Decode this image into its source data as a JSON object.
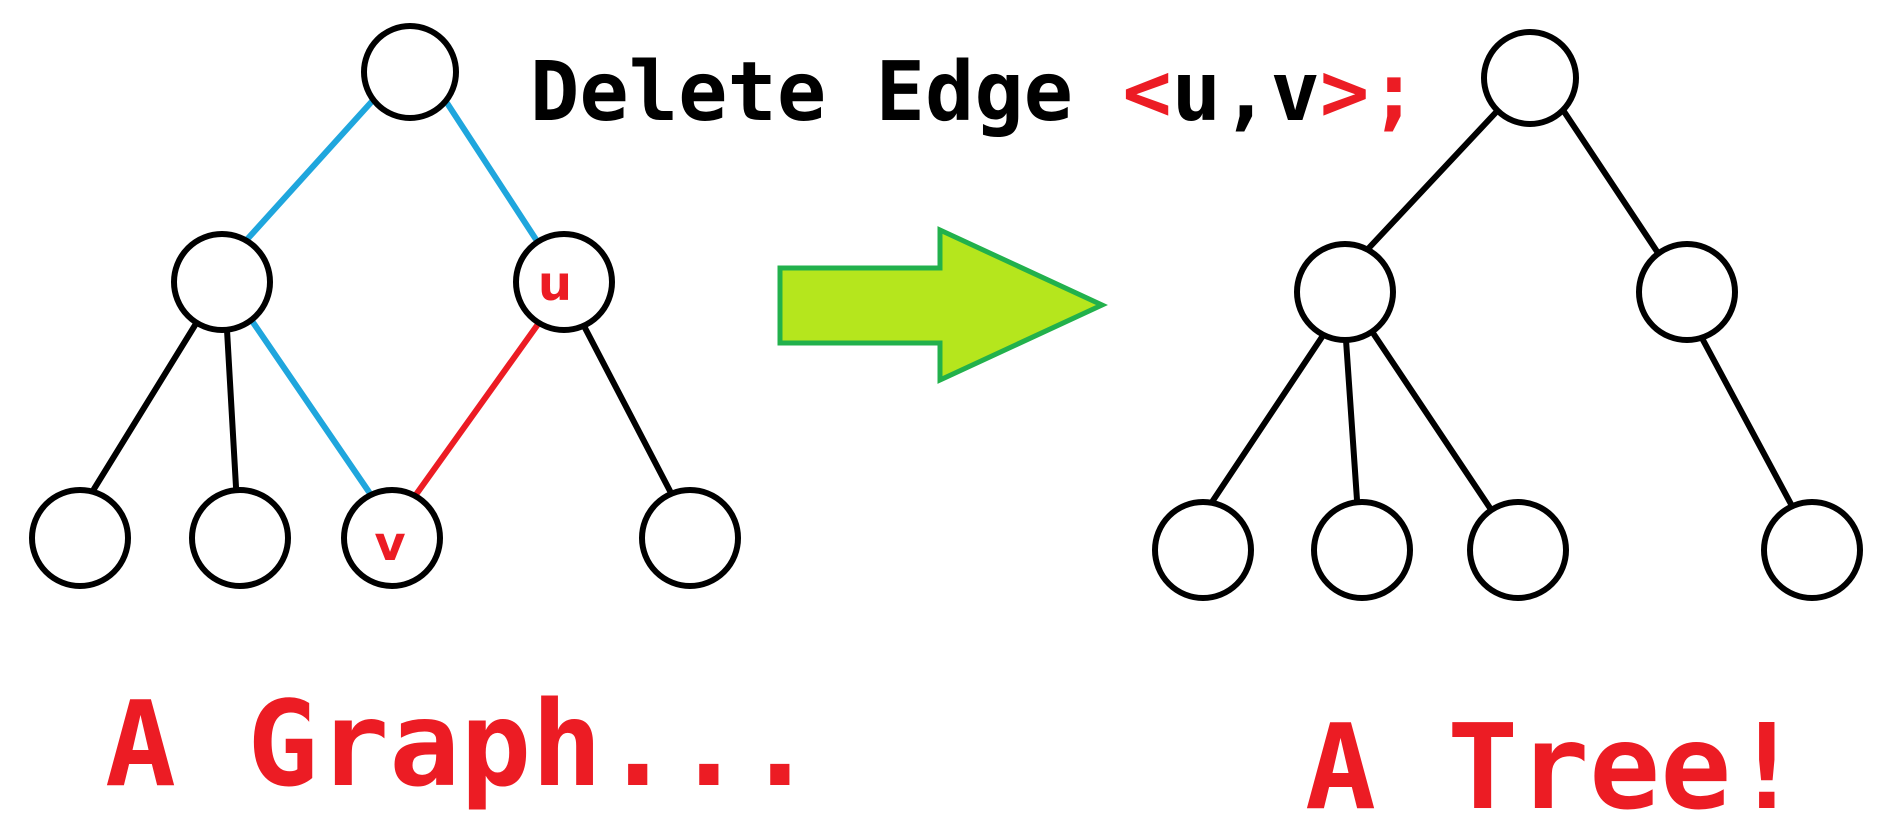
{
  "code": {
    "prefix": "Delete Edge ",
    "open": "<",
    "params": "u,v",
    "close": ">",
    "semicolon": ";"
  },
  "graph": {
    "caption": "A Graph...",
    "node_labels": {
      "u": "u",
      "v": "v"
    }
  },
  "tree": {
    "caption": "A Tree!"
  },
  "colors": {
    "code_black": "#000000",
    "highlight_red": "#ec1c24",
    "cycle_blue": "#1fa6dd",
    "deleted_edge_red": "#ec1c24",
    "arrow_fill": "#b5e61d",
    "arrow_stroke": "#22b14c"
  }
}
